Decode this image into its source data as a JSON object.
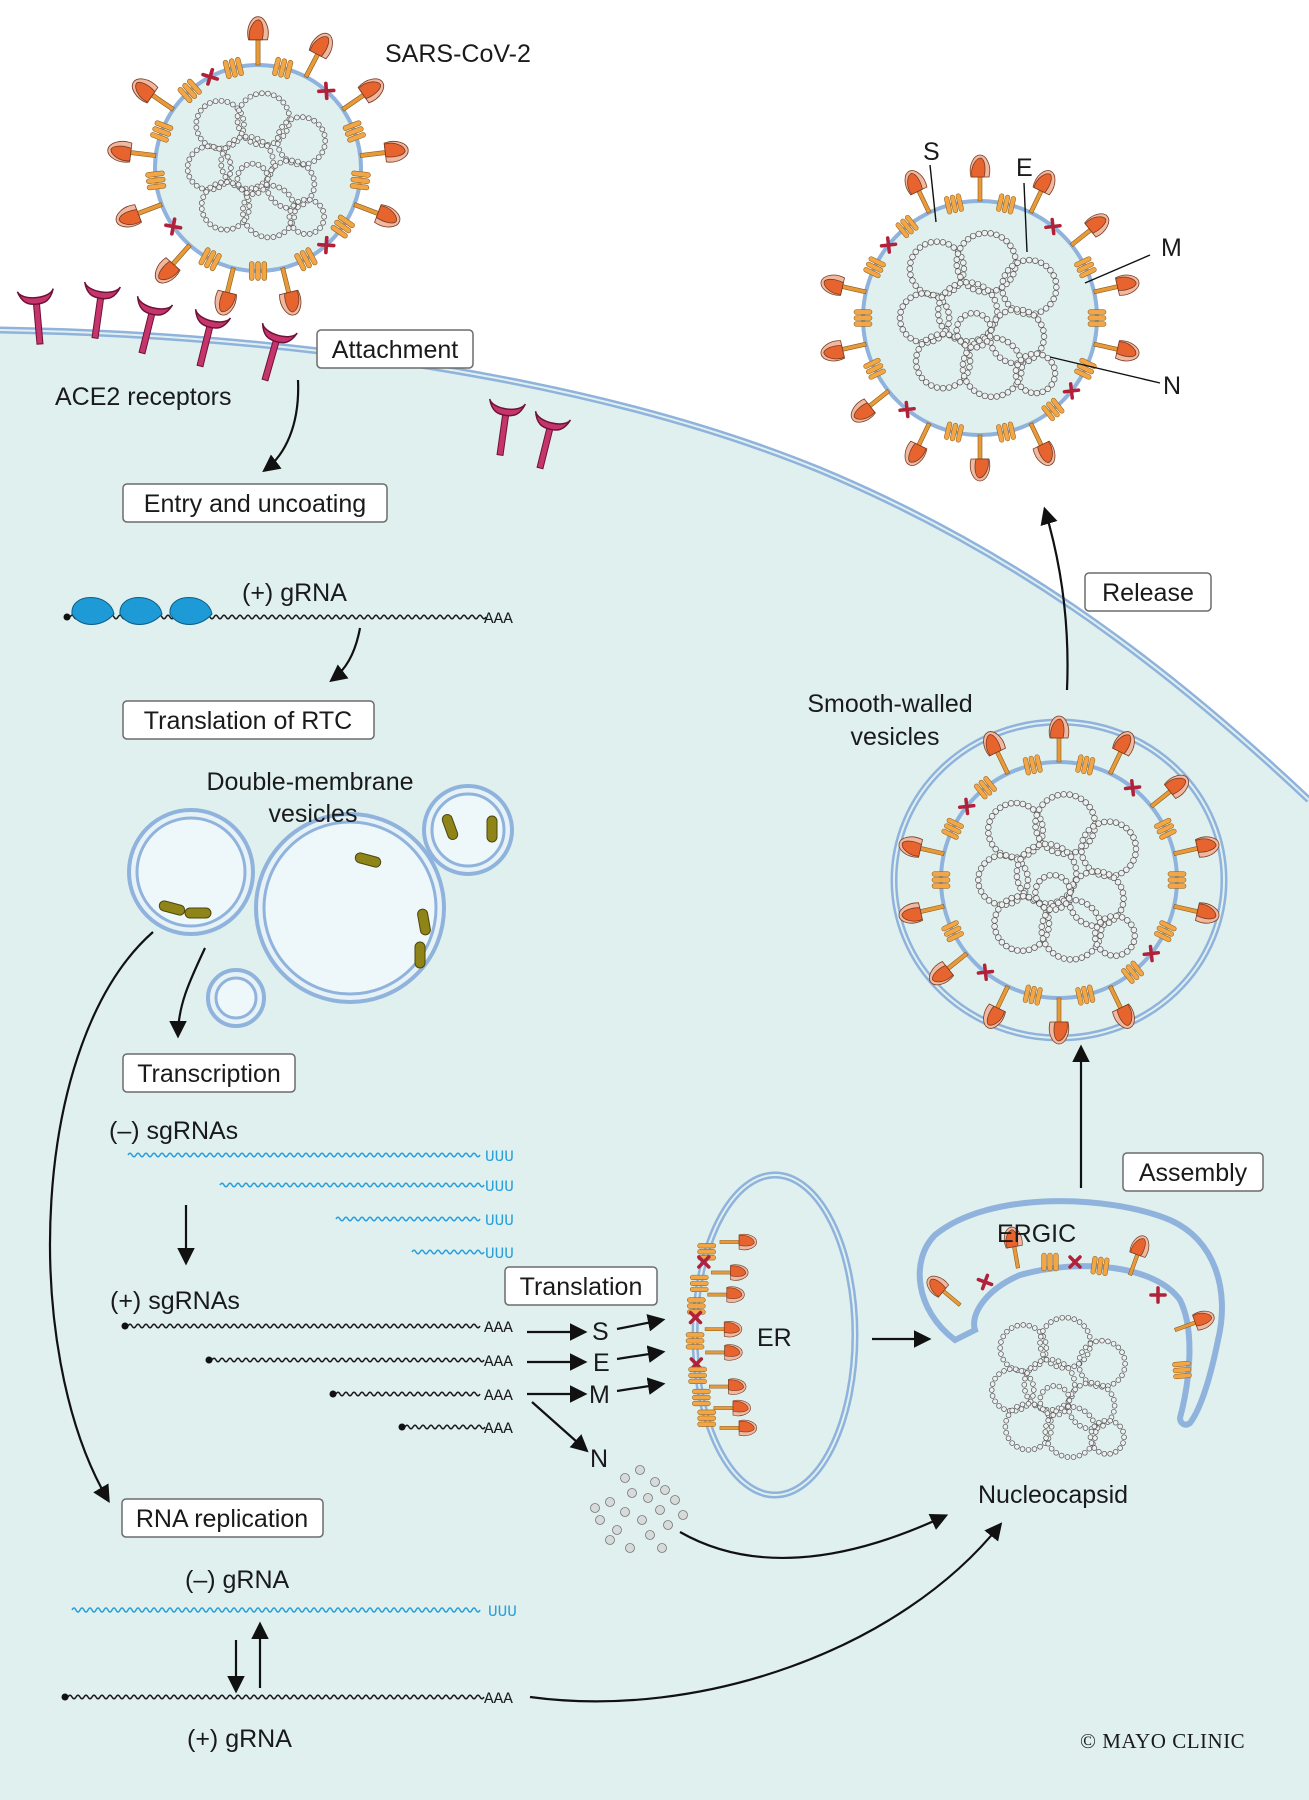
{
  "labels": {
    "virus": "SARS-CoV-2",
    "ace2": "ACE2 receptors",
    "attachment": "Attachment",
    "entry": "Entry and uncoating",
    "gRNA_plus_top": "(+) gRNA",
    "rtc": "Translation of RTC",
    "dmv": [
      "Double-membrane",
      "vesicles"
    ],
    "transcription": "Transcription",
    "sg_minus": "(–) sgRNAs",
    "sg_plus": "(+) sgRNAs",
    "translation": "Translation",
    "er": "ER",
    "replication": "RNA replication",
    "g_minus": "(–) gRNA",
    "g_plus": "(+) gRNA",
    "ergic": "ERGIC",
    "nucleocapsid": "Nucleocapsid",
    "assembly": "Assembly",
    "smooth": [
      "Smooth-walled",
      "vesicles"
    ],
    "release": "Release",
    "copyright": "© MAYO CLINIC"
  },
  "proteins": [
    "S",
    "E",
    "M",
    "N"
  ],
  "rna_ends": {
    "poly_a": "AAA",
    "poly_u": "UUU"
  },
  "colors": {
    "cell": "#dff0ef",
    "membrane": "#8fb3dc",
    "receptor": "#c6346c",
    "ribosome": "#1e9ad6",
    "spike_tip": "#e7642e",
    "m_protein": "#f3a645",
    "e_protein": "#b1223a",
    "rtc": "#8f8418",
    "rna_minus": "#2a9fd8",
    "rna_plus": "#1a1a1a"
  }
}
